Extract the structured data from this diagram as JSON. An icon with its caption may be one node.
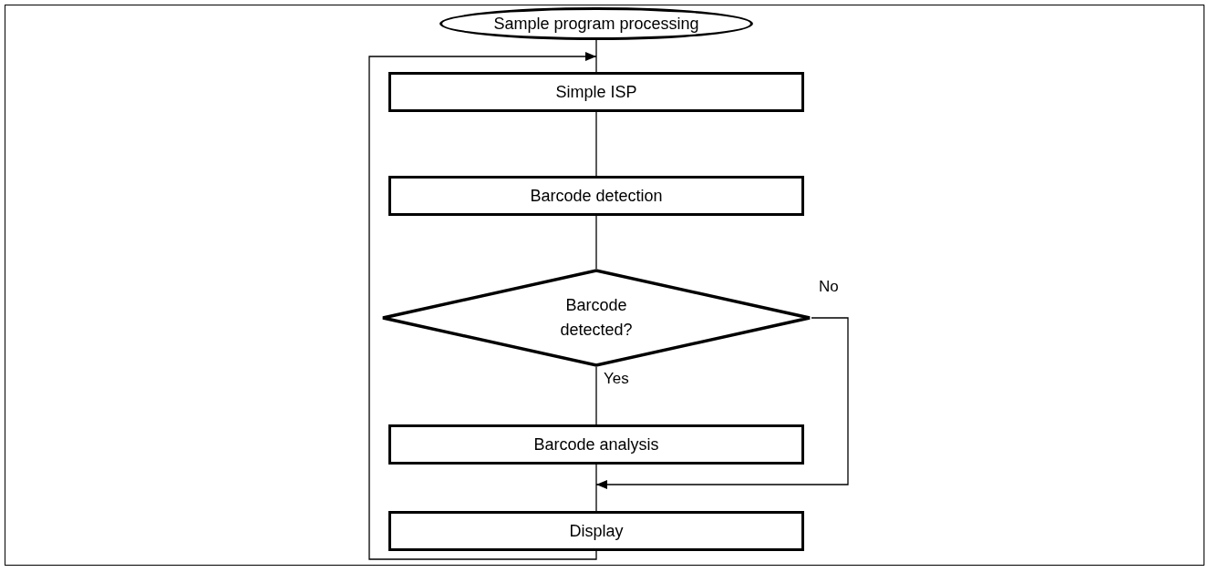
{
  "diagram": {
    "nodes": [
      {
        "text": [
          "Sample program processing"
        ]
      },
      {
        "text": [
          "Simple ISP"
        ]
      },
      {
        "text": [
          "Barcode detection"
        ]
      },
      {
        "text": [
          "Barcode detected?"
        ]
      },
      {
        "text": [
          "Barcode analysis"
        ]
      },
      {
        "text": [
          "Display"
        ]
      }
    ],
    "edges": [
      {
        "from": 0,
        "to": 1,
        "arrow": "none"
      },
      {
        "from": 1,
        "to": 2,
        "arrow": "none"
      },
      {
        "from": 2,
        "to": 3,
        "arrow": "none"
      },
      {
        "from": 3,
        "to": 4,
        "arrow": "none",
        "label": "Yes"
      },
      {
        "from": 4,
        "to": 5,
        "arrow": "none"
      },
      {
        "from": 3,
        "to": 5,
        "arrow": "to",
        "label": "No"
      },
      {
        "from": 5,
        "to": 1,
        "arrow": "to"
      }
    ]
  }
}
